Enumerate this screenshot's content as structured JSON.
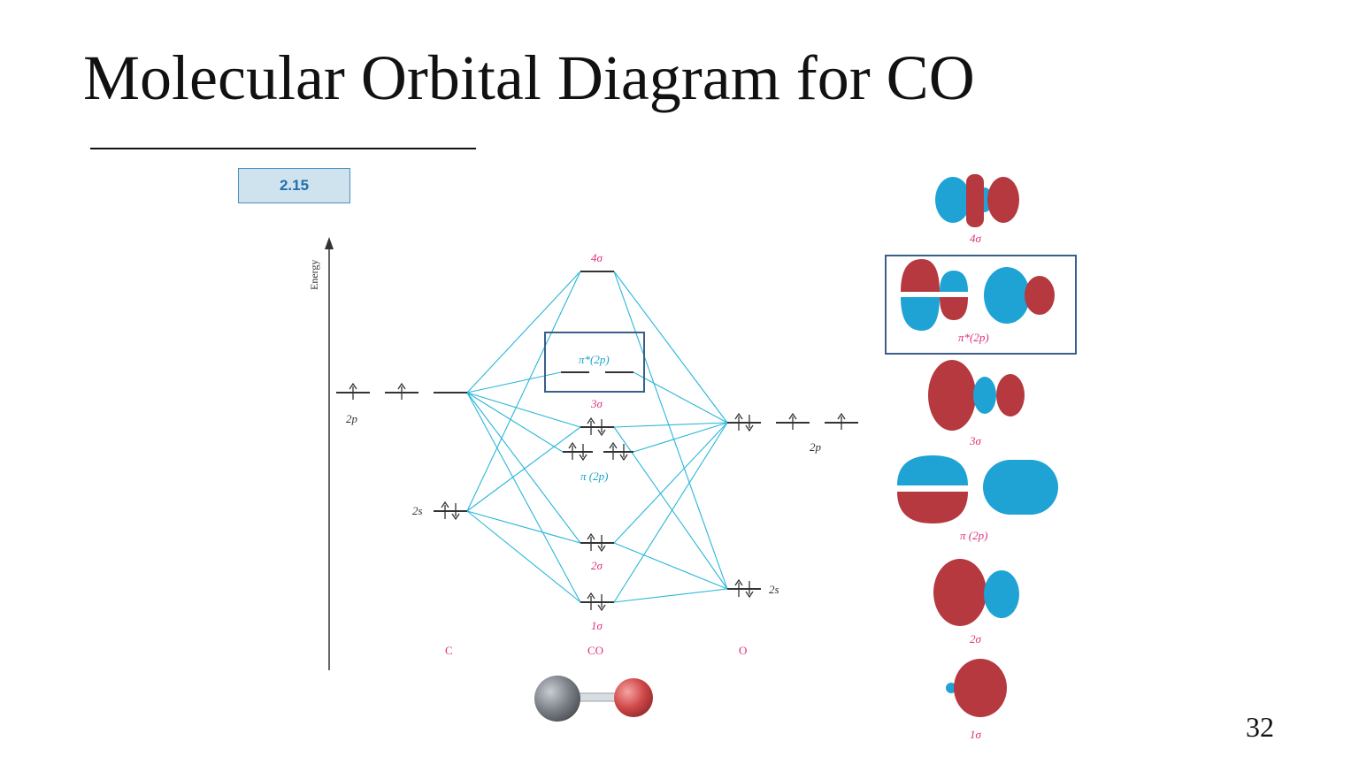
{
  "slide": {
    "title": "Molecular Orbital Diagram for CO",
    "figure_badge": "2.15",
    "page_number": "32"
  },
  "diagram": {
    "axis_label": "Energy",
    "atom_left": "C",
    "atom_center": "CO",
    "atom_right": "O",
    "c_2p": "2p",
    "c_2s": "2s",
    "o_2p": "2p",
    "o_2s": "2s",
    "mo_4sigma": "4σ",
    "mo_pi_star": "π*(2p)",
    "mo_3sigma": "3σ",
    "mo_pi": "π (2p)",
    "mo_2sigma": "2σ",
    "mo_1sigma": "1σ"
  },
  "orbital_shapes": {
    "s4": "4σ",
    "pi_star": "π*(2p)",
    "s3": "3σ",
    "pi": "π (2p)",
    "s2": "2σ",
    "s1": "1σ"
  },
  "colors": {
    "lobe_red": "#b5393f",
    "lobe_blue": "#1fa3d4",
    "connector": "#29b6d9",
    "label_pink": "#e0307a",
    "highlight_box": "#3a5f8a"
  }
}
